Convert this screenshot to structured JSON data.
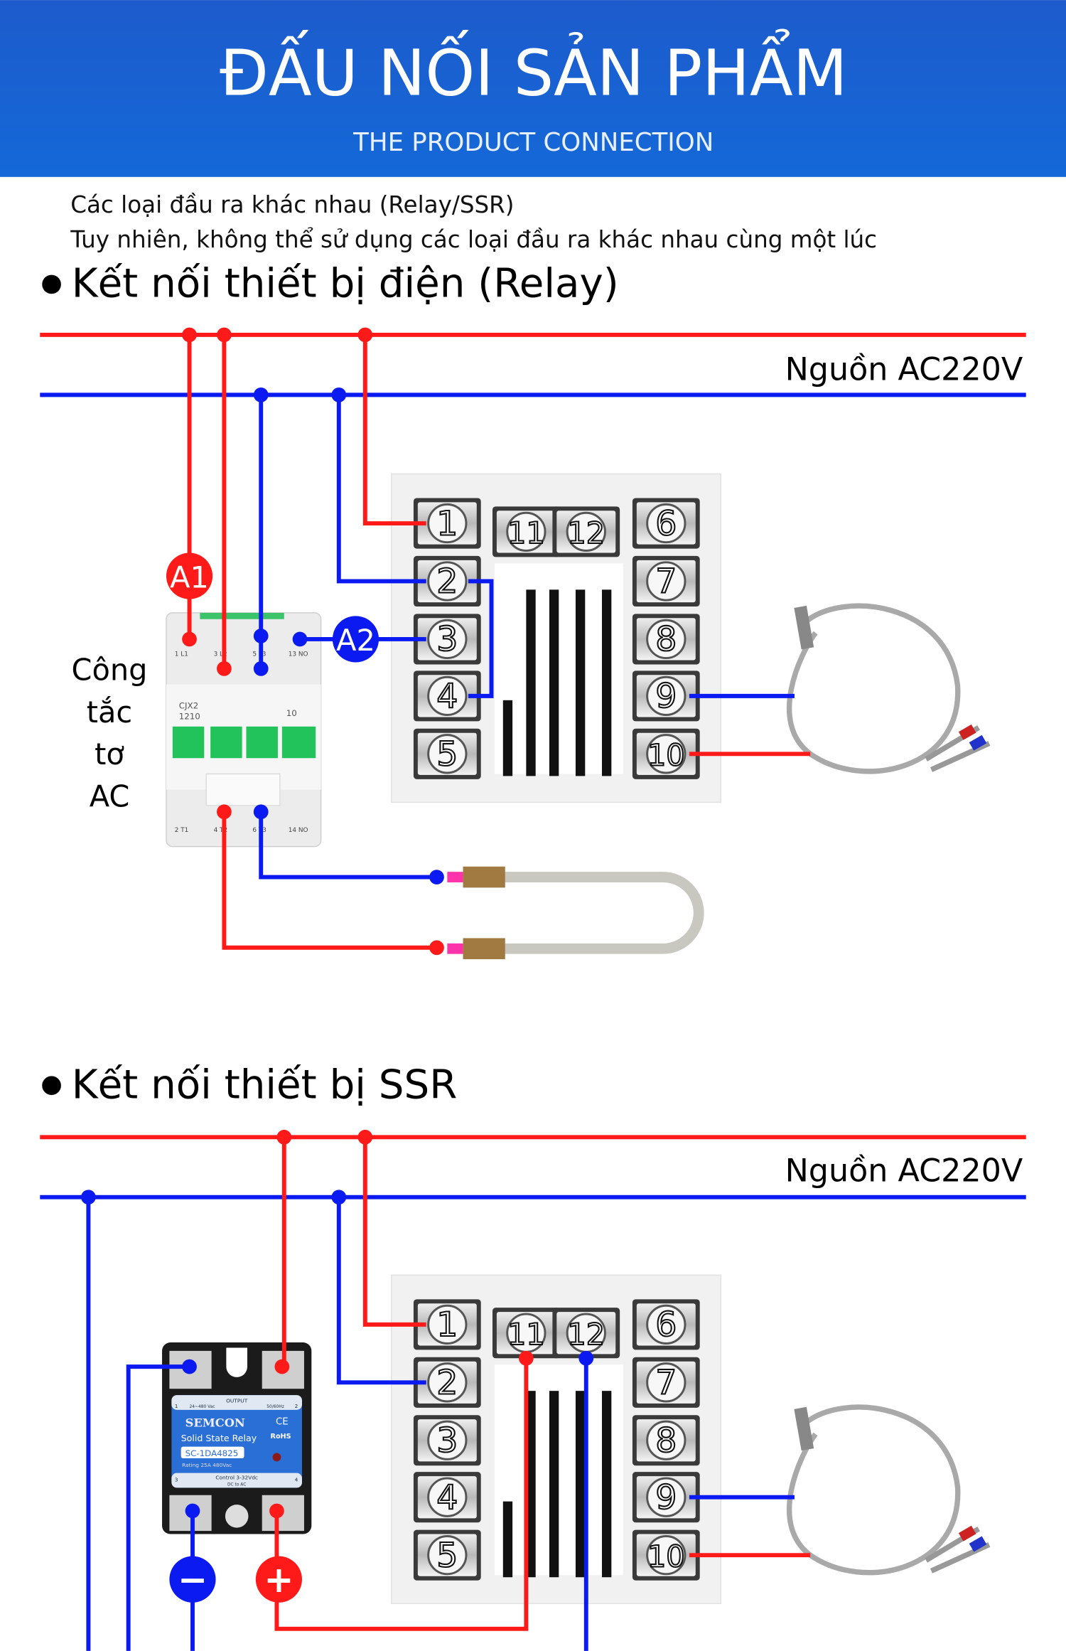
{
  "header": {
    "title": "ĐẤU NỐI SẢN PHẨM",
    "subtitle": "THE PRODUCT CONNECTION",
    "color_top": "#1f5fd0",
    "color_bottom": "#1565d8"
  },
  "notes": [
    "Các loại đầu ra khác nhau (Relay/SSR)",
    "Tuy nhiên, không thể sử dụng các loại đầu ra khác nhau cùng một lúc"
  ],
  "relay_section": {
    "heading": "Kết nối thiết bị điện (Relay)",
    "power_label": "Nguồn AC220V",
    "marker_a1": "A1",
    "marker_a2": "A2",
    "contactor_label": [
      "Công",
      "tắc",
      "tơ",
      "AC"
    ],
    "contactor": {
      "model": [
        "CJX2",
        "1210"
      ],
      "top_terminals": [
        "1 L1",
        "3 L2",
        "5 L3",
        "13 NO"
      ],
      "bottom_terminals": [
        "2 T1",
        "4 T2",
        "6 T3",
        "14 NO"
      ],
      "aux": "10"
    }
  },
  "ssr_section": {
    "heading": "Kết nối thiết bị SSR",
    "power_label": "Nguồn AC220V",
    "minus": "−",
    "plus": "+",
    "ssr": {
      "brand": "SEMCON",
      "type": "Solid State Relay",
      "model": "SC-1DA4825",
      "rating": "Rating 25A 480Vac",
      "output": "OUTPUT",
      "output_range": "24~480 Vac",
      "freq": "50/60Hz",
      "control": "Control 3-32Vdc",
      "mode": "DC to AC",
      "ce": "CE",
      "rohs": "RoHS",
      "pins": [
        "1",
        "2",
        "3",
        "4"
      ]
    }
  },
  "controller_terminals": {
    "left": [
      "1",
      "2",
      "3",
      "4",
      "5"
    ],
    "right": [
      "6",
      "7",
      "8",
      "9",
      "10"
    ],
    "top": [
      "11",
      "12"
    ]
  },
  "colors": {
    "live": "#ff1a1a",
    "neutral": "#0a1af0"
  }
}
